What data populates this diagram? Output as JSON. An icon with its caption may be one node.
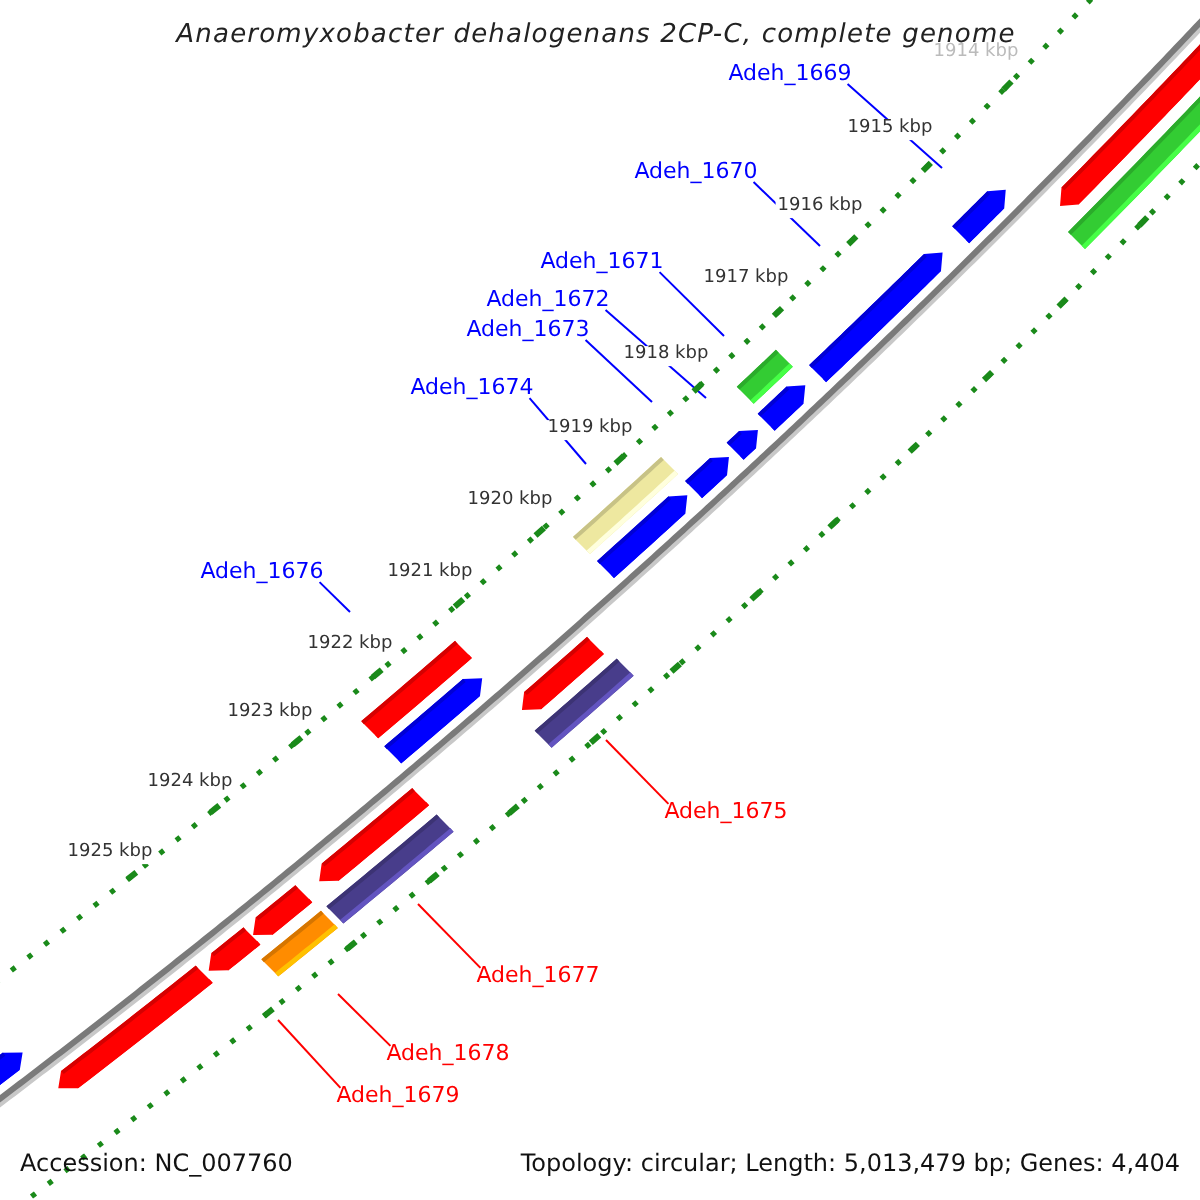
{
  "diagram": {
    "title": "Anaeromyxobacter dehalogenans 2CP-C, complete genome",
    "nodes": [
      {
        "text": [
          "Adeh_1669"
        ]
      },
      {
        "text": [
          "Adeh_1670"
        ]
      },
      {
        "text": [
          "Adeh_1671"
        ]
      },
      {
        "text": [
          "Adeh_1672"
        ]
      },
      {
        "text": [
          "Adeh_1673"
        ]
      },
      {
        "text": [
          "Adeh_1674"
        ]
      },
      {
        "text": [
          "Adeh_1676"
        ]
      },
      {
        "text": [
          "Adeh_1675"
        ]
      },
      {
        "text": [
          "Adeh_1677"
        ]
      },
      {
        "text": [
          "Adeh_1678"
        ]
      },
      {
        "text": [
          "Adeh_1679"
        ]
      }
    ],
    "edges": [
      {
        "from": 0,
        "to": null,
        "arrow": "none"
      },
      {
        "from": 1,
        "to": null,
        "arrow": "none"
      },
      {
        "from": 2,
        "to": null,
        "arrow": "none"
      },
      {
        "from": 3,
        "to": null,
        "arrow": "none"
      },
      {
        "from": 4,
        "to": null,
        "arrow": "none"
      },
      {
        "from": 5,
        "to": null,
        "arrow": "none"
      },
      {
        "from": 6,
        "to": null,
        "arrow": "none"
      },
      {
        "from": 7,
        "to": null,
        "arrow": "none",
        "color": "#ff0000"
      },
      {
        "from": 8,
        "to": null,
        "arrow": "none",
        "color": "#ff0000"
      },
      {
        "from": 9,
        "to": null,
        "arrow": "none",
        "color": "#ff0000"
      },
      {
        "from": 10,
        "to": null,
        "arrow": "none",
        "color": "#ff0000"
      }
    ],
    "labels": [
      "1914 kbp",
      "1915 kbp",
      "1916 kbp",
      "1917 kbp",
      "1918 kbp",
      "1919 kbp",
      "1920 kbp",
      "1921 kbp",
      "1922 kbp",
      "1923 kbp",
      "1924 kbp",
      "1925 kbp",
      "Accession: NC_007760",
      "Topology: circular; Length: 5,013,479 bp; Genes: 4,404"
    ]
  }
}
